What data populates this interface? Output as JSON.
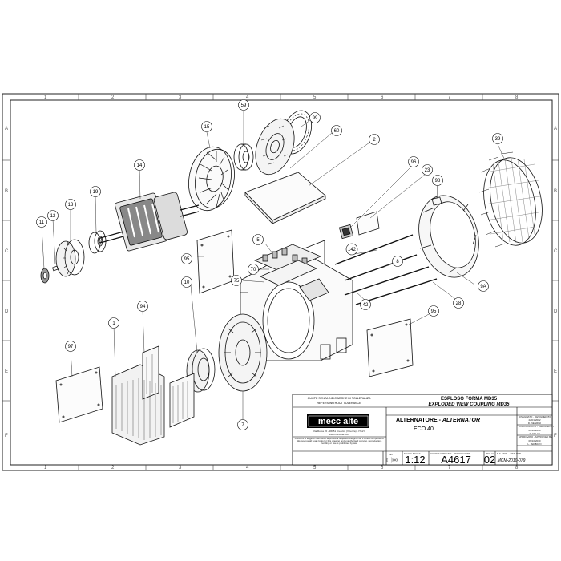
{
  "border_zones": {
    "columns": [
      "1",
      "2",
      "3",
      "4",
      "5",
      "6",
      "7",
      "8"
    ],
    "rows": [
      "A",
      "B",
      "C",
      "D",
      "E",
      "F"
    ]
  },
  "callouts": [
    "59",
    "99",
    "15",
    "60",
    "2",
    "39",
    "14",
    "96",
    "23",
    "98",
    "19",
    "13",
    "11",
    "12",
    "5",
    "142",
    "95",
    "70",
    "75",
    "8",
    "10",
    "9A",
    "42",
    "28",
    "94",
    "1",
    "95",
    "97",
    "7"
  ],
  "title_block": {
    "tolerance_it": "QUOTE SENZA INDICAZIONE DI TOLLERANZA",
    "tolerance_en": "REFERS WITHOUT TOLERANCE",
    "title_it": "ESPLOSO FORMA MD35",
    "title_en": "EXPLODED VIEW COUPLING MD35",
    "designed_by_label": "DISEGNATO - DESIGNED BY",
    "designed_date": "22/01/2002",
    "designed_name": "D. NEGRINI",
    "product_it": "ALTERNATORE",
    "product_sep": " - ",
    "product_en": "ALTERNATOR",
    "model": "ECO 40",
    "controlled_by_label": "CONTROLLATO - CHECKED BY",
    "controlled_date": "06/10/2010",
    "controlled_name": "A. CELLO",
    "approved_by_label": "APPROVATO - APPROVED BY",
    "approved_date": "06/10/2010",
    "approved_name": "L. ZERBATO",
    "logo": "mecc alte",
    "address": "Via Roma 20 - 36051 Creazzo (Vicenza) - ITALY",
    "website": "www.meccalte.com",
    "legal_text": "A termini di legge ci riserviamo la proprieta di questo disegno con il divieto di riprodurlo. We reserve all legal rights for this drawing and unauthorised copying, reproduction, lending or use is prohibited by law.",
    "unit": "mm",
    "scale_label": "SCALA-SCALE",
    "scale": "1:12",
    "code_label": "CODICE DISEGNO - DESIGN CODE",
    "code": "A4617",
    "rev_label": "REV. N.",
    "rev": "02",
    "mod_label": "N.F. MOD. - REF. VAR.",
    "mod": "MCM-2010-079"
  }
}
